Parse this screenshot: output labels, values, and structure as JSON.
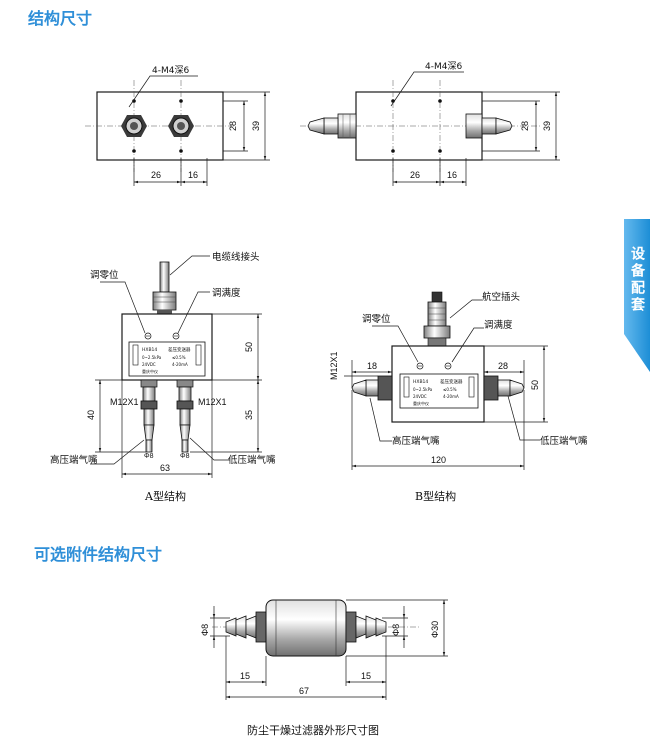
{
  "section_titles": {
    "structure": "结构尺寸",
    "accessories": "可选附件结构尺寸"
  },
  "side_tab": {
    "label": "设备配套",
    "color": "#1d8ed6"
  },
  "accent_color": "#2f8fd8",
  "top_left": {
    "callout": "4-M4深6",
    "dim_width_a": "26",
    "dim_width_b": "16",
    "dim_height_inner": "28",
    "dim_height_outer": "39"
  },
  "top_right": {
    "callout": "4-M4深6",
    "dim_width_a": "26",
    "dim_width_b": "16",
    "dim_height_inner": "28",
    "dim_height_outer": "39"
  },
  "type_a": {
    "cable_joint": "电缆线接头",
    "zero_adjust": "调零位",
    "span_adjust": "调满度",
    "high_port": "高压端气嘴",
    "low_port": "低压端气嘴",
    "thread_left": "M12X1",
    "thread_right": "M12X1",
    "dim_body_height": "50",
    "dim_fitting_height": "35",
    "dim_left_height": "40",
    "dim_width": "63",
    "dim_dia_left": "Φ8",
    "dim_dia_right": "Φ8",
    "caption": "A型结构"
  },
  "type_b": {
    "aviation_plug": "航空插头",
    "zero_adjust": "调零位",
    "span_adjust": "调满度",
    "high_port": "高压端气嘴",
    "low_port": "低压端气嘴",
    "thread": "M12X1",
    "dim_left": "18",
    "dim_right": "28",
    "dim_height": "50",
    "dim_width": "120",
    "caption": "B型结构"
  },
  "filter": {
    "dim_dia_left": "Φ8",
    "dim_dia_right": "Φ8",
    "dim_dia_body": "Φ30",
    "dim_left": "15",
    "dim_right": "15",
    "dim_total": "67",
    "caption": "防尘干燥过滤器外形尺寸图"
  },
  "nameplate": {
    "model": "HXB14",
    "kind": "差压变送器",
    "range": "0~2.5kPa",
    "accuracy": "≤0.5%",
    "supply": "24VDC",
    "output": "4-20mA",
    "maker": "重庆中仪"
  }
}
